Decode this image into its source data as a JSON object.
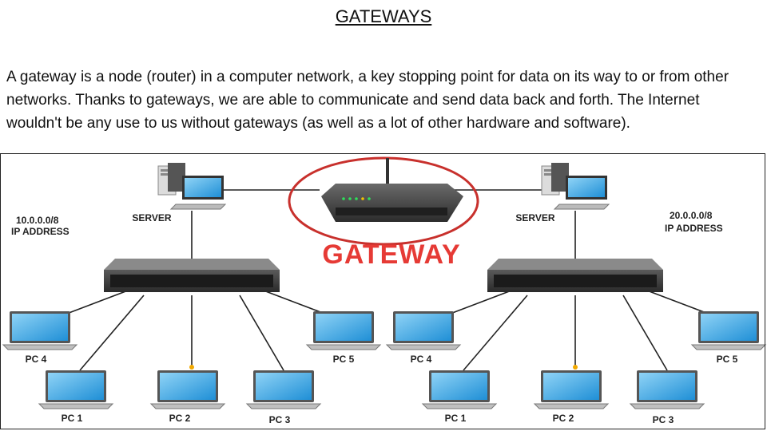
{
  "title": "GATEWAYS",
  "paragraph": "A gateway is a node (router) in a computer network, a key stopping point for data on its way to or from other networks. Thanks to gateways, we are able to communicate and send data back and forth. The Internet wouldn't be any use to us without gateways (as well as a lot of other hardware and software).",
  "diagram": {
    "gateway_label": "GATEWAY",
    "left_network": {
      "ip_line1": "10.0.0.0/8",
      "ip_line2": "IP ADDRESS",
      "server_label": "SERVER",
      "pcs": {
        "pc4": "PC 4",
        "pc5": "PC 5",
        "pc1": "PC 1",
        "pc2": "PC 2",
        "pc3": "PC 3"
      }
    },
    "right_network": {
      "ip_line1": "20.0.0.0/8",
      "ip_line2": "IP ADDRESS",
      "server_label": "SERVER",
      "pcs": {
        "pc4": "PC 4",
        "pc5": "PC 5",
        "pc1": "PC 1",
        "pc2": "PC 2",
        "pc3": "PC 3"
      }
    },
    "colors": {
      "gateway_text": "#e63a35",
      "gateway_circle": "#c8302c",
      "switch_body": "#2d2d2d",
      "monitor_screen": "#3ba7e6"
    }
  }
}
